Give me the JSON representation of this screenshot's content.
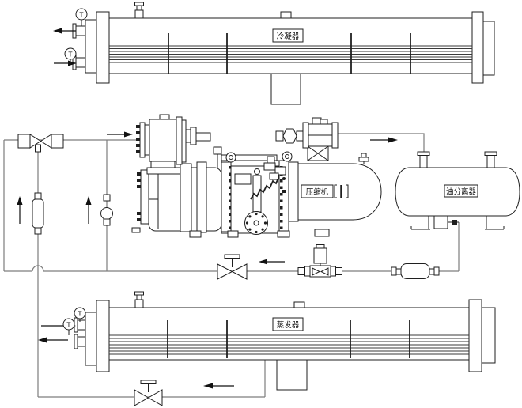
{
  "diagram": {
    "labels": {
      "condenser": "冷凝器",
      "compressor": "压缩机",
      "oil_separator": "油分离器",
      "evaporator": "蒸发器"
    },
    "gauge_symbol": "T",
    "colors": {
      "background": "#ffffff",
      "equipment_line": "#1f1f1f",
      "pipe_line": "#7d7d7d",
      "arrow": "#111111"
    }
  }
}
